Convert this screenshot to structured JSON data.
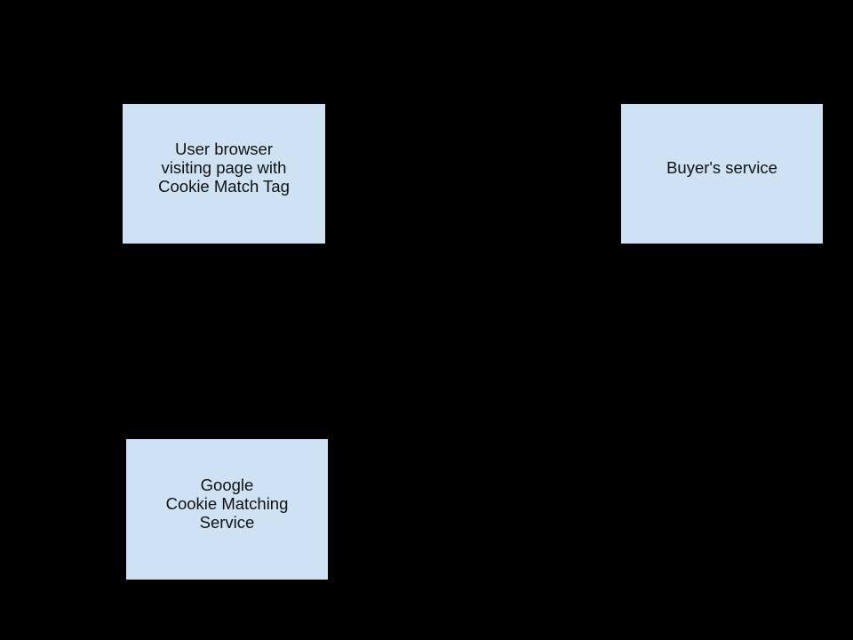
{
  "diagram": {
    "background_color": "#000000",
    "node_fill_color": "#cfe2f3",
    "node_border_color": "#000000",
    "text_color": "#111111",
    "nodes": [
      {
        "id": "user-browser",
        "lines": [
          "User browser",
          "visiting page with",
          "Cookie Match Tag"
        ]
      },
      {
        "id": "buyers-service",
        "lines": [
          "Buyer's service"
        ]
      },
      {
        "id": "google-cookie-matching-service",
        "lines": [
          "Google",
          "Cookie Matching",
          "Service"
        ]
      }
    ]
  }
}
